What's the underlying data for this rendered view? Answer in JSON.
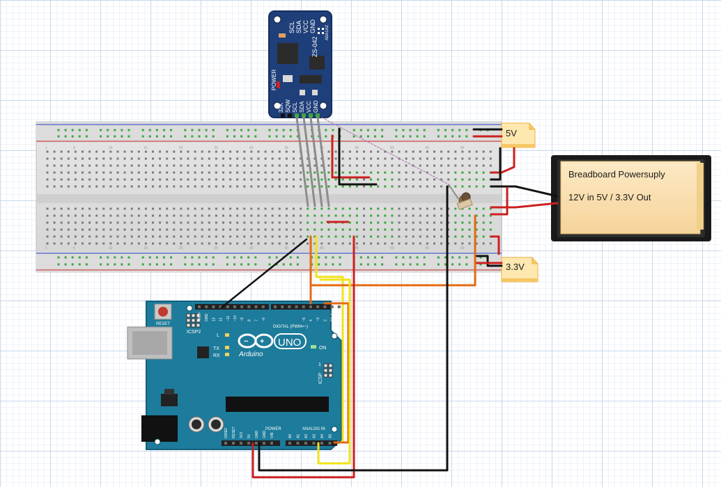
{
  "notes": {
    "five_volt": "5V",
    "three_volt": "3.3V"
  },
  "rtc_module": {
    "top_pins": [
      "SCL",
      "SDA",
      "VCC",
      "GND"
    ],
    "side_label": "ZS-042",
    "address_label": "A0A1A2",
    "power_label": "POWER",
    "bottom_pins": [
      "32K",
      "SQW",
      "SCL",
      "SDA",
      "VCC",
      "GND"
    ]
  },
  "power_supply": {
    "title": "Breadboard Powersuply",
    "subtitle": "12V in 5V / 3.3V Out"
  },
  "breadboard": {
    "column_numbers_top": [
      "1",
      "5",
      "10",
      "15",
      "20",
      "25",
      "30",
      "35",
      "40",
      "45",
      "50",
      "55",
      "60"
    ],
    "column_numbers_bottom": [
      "1",
      "5",
      "10",
      "15",
      "20",
      "25",
      "30",
      "35",
      "40",
      "45",
      "50",
      "55",
      "60"
    ]
  },
  "arduino": {
    "reset_label": "RESET",
    "icsp2_label": "ICSP2",
    "l_label": "L",
    "tx_label": "TX",
    "rx_label": "RX",
    "brand": "Arduino",
    "model": "UNO",
    "on_label": "ON",
    "icsp_label": "ICSP",
    "icsp_one": "1",
    "digital_label": "DIGITAL (PWM=~)",
    "power_label": "POWER",
    "analog_label": "ANALOG IN",
    "digital_pins": [
      "AREF",
      "GND",
      "13",
      "12",
      "~11",
      "~10",
      "~9",
      "8",
      "7",
      "~6",
      "~5",
      "4",
      "~3",
      "2",
      "TX▸1",
      "RX◂0"
    ],
    "power_pins": [
      "IOREF",
      "RESET",
      "3V3",
      "5V",
      "GND",
      "GND",
      "VIN"
    ],
    "analog_pins": [
      "A0",
      "A1",
      "A2",
      "A3",
      "A4",
      "A5"
    ]
  }
}
